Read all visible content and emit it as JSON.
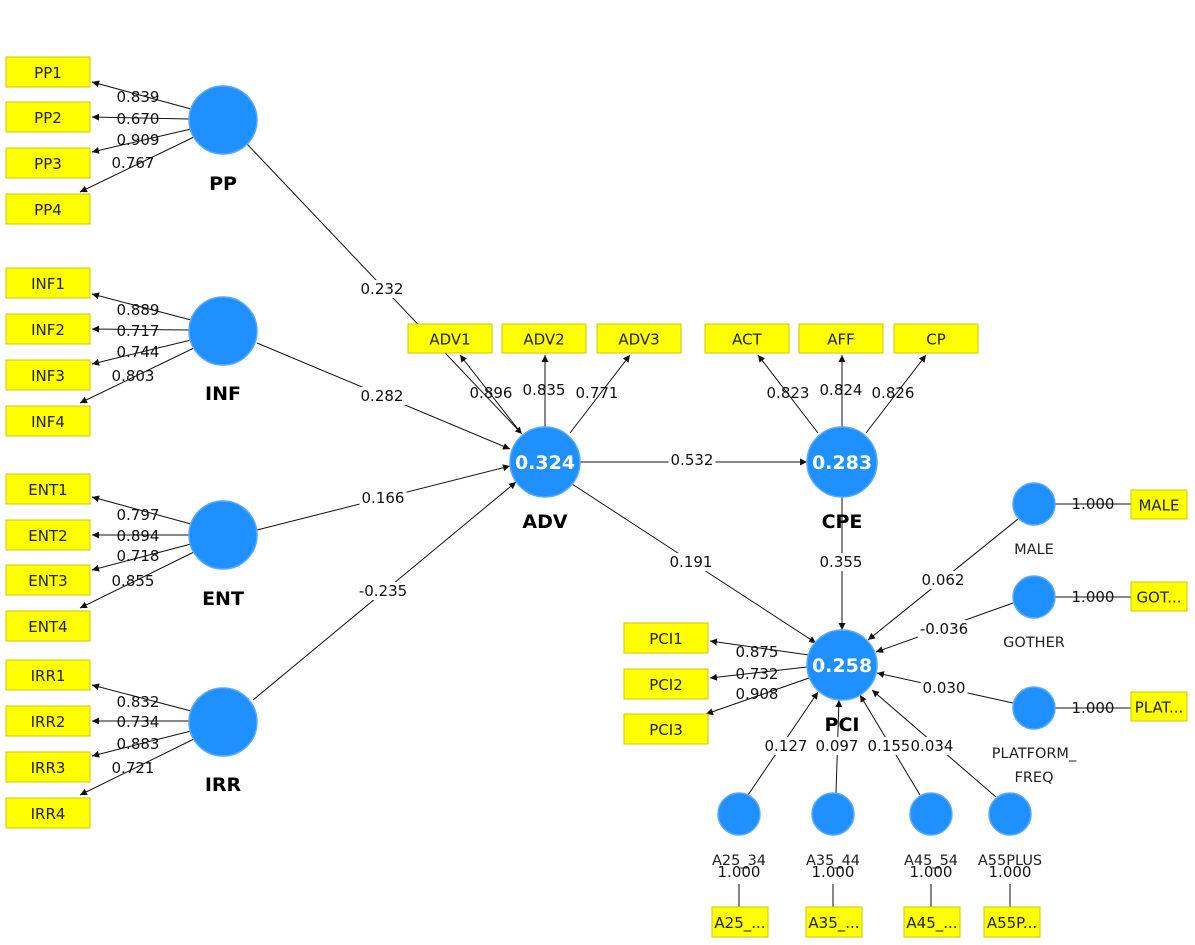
{
  "colors": {
    "construct": "#1e90ff",
    "indicator": "#ffff00",
    "edge": "#111111"
  },
  "constructs": [
    {
      "id": "PP",
      "label": "PP",
      "r2": ""
    },
    {
      "id": "INF",
      "label": "INF",
      "r2": ""
    },
    {
      "id": "ENT",
      "label": "ENT",
      "r2": ""
    },
    {
      "id": "IRR",
      "label": "IRR",
      "r2": ""
    },
    {
      "id": "ADV",
      "label": "ADV",
      "r2": "0.324"
    },
    {
      "id": "CPE",
      "label": "CPE",
      "r2": "0.283"
    },
    {
      "id": "PCI",
      "label": "PCI",
      "r2": "0.258"
    },
    {
      "id": "MALE",
      "label": "MALE",
      "r2": ""
    },
    {
      "id": "GOTHER",
      "label": "GOTHER",
      "r2": ""
    },
    {
      "id": "PLATFORM",
      "label": "PLATFORM_ FREQ",
      "r2": ""
    },
    {
      "id": "A25",
      "label": "A25_34",
      "r2": ""
    },
    {
      "id": "A35",
      "label": "A35_44",
      "r2": ""
    },
    {
      "id": "A45",
      "label": "A45_54",
      "r2": ""
    },
    {
      "id": "A55",
      "label": "A55PLUS",
      "r2": ""
    }
  ],
  "indicators": [
    {
      "id": "PP1",
      "label": "PP1"
    },
    {
      "id": "PP2",
      "label": "PP2"
    },
    {
      "id": "PP3",
      "label": "PP3"
    },
    {
      "id": "PP4",
      "label": "PP4"
    },
    {
      "id": "INF1",
      "label": "INF1"
    },
    {
      "id": "INF2",
      "label": "INF2"
    },
    {
      "id": "INF3",
      "label": "INF3"
    },
    {
      "id": "INF4",
      "label": "INF4"
    },
    {
      "id": "ENT1",
      "label": "ENT1"
    },
    {
      "id": "ENT2",
      "label": "ENT2"
    },
    {
      "id": "ENT3",
      "label": "ENT3"
    },
    {
      "id": "ENT4",
      "label": "ENT4"
    },
    {
      "id": "IRR1",
      "label": "IRR1"
    },
    {
      "id": "IRR2",
      "label": "IRR2"
    },
    {
      "id": "IRR3",
      "label": "IRR3"
    },
    {
      "id": "IRR4",
      "label": "IRR4"
    },
    {
      "id": "ADV1",
      "label": "ADV1"
    },
    {
      "id": "ADV2",
      "label": "ADV2"
    },
    {
      "id": "ADV3",
      "label": "ADV3"
    },
    {
      "id": "ACT",
      "label": "ACT"
    },
    {
      "id": "AFF",
      "label": "AFF"
    },
    {
      "id": "CP",
      "label": "CP"
    },
    {
      "id": "PCI1",
      "label": "PCI1"
    },
    {
      "id": "PCI2",
      "label": "PCI2"
    },
    {
      "id": "PCI3",
      "label": "PCI3"
    },
    {
      "id": "MALE_i",
      "label": "MALE"
    },
    {
      "id": "GOTHER_i",
      "label": "GOT..."
    },
    {
      "id": "PLAT_i",
      "label": "PLAT..."
    },
    {
      "id": "A25_i",
      "label": "A25_..."
    },
    {
      "id": "A35_i",
      "label": "A35_..."
    },
    {
      "id": "A45_i",
      "label": "A45_..."
    },
    {
      "id": "A55_i",
      "label": "A55P..."
    }
  ],
  "outer_loadings": [
    {
      "from": "PP",
      "to": "PP1",
      "value": "0.839"
    },
    {
      "from": "PP",
      "to": "PP2",
      "value": "0.670"
    },
    {
      "from": "PP",
      "to": "PP3",
      "value": "0.909"
    },
    {
      "from": "PP",
      "to": "PP4",
      "value": "0.767"
    },
    {
      "from": "INF",
      "to": "INF1",
      "value": "0.889"
    },
    {
      "from": "INF",
      "to": "INF2",
      "value": "0.717"
    },
    {
      "from": "INF",
      "to": "INF3",
      "value": "0.744"
    },
    {
      "from": "INF",
      "to": "INF4",
      "value": "0.803"
    },
    {
      "from": "ENT",
      "to": "ENT1",
      "value": "0.797"
    },
    {
      "from": "ENT",
      "to": "ENT2",
      "value": "0.894"
    },
    {
      "from": "ENT",
      "to": "ENT3",
      "value": "0.718"
    },
    {
      "from": "ENT",
      "to": "ENT4",
      "value": "0.855"
    },
    {
      "from": "IRR",
      "to": "IRR1",
      "value": "0.832"
    },
    {
      "from": "IRR",
      "to": "IRR2",
      "value": "0.734"
    },
    {
      "from": "IRR",
      "to": "IRR3",
      "value": "0.883"
    },
    {
      "from": "IRR",
      "to": "IRR4",
      "value": "0.721"
    },
    {
      "from": "ADV",
      "to": "ADV1",
      "value": "0.896"
    },
    {
      "from": "ADV",
      "to": "ADV2",
      "value": "0.835"
    },
    {
      "from": "ADV",
      "to": "ADV3",
      "value": "0.771"
    },
    {
      "from": "CPE",
      "to": "ACT",
      "value": "0.823"
    },
    {
      "from": "CPE",
      "to": "AFF",
      "value": "0.824"
    },
    {
      "from": "CPE",
      "to": "CP",
      "value": "0.826"
    },
    {
      "from": "PCI",
      "to": "PCI1",
      "value": "0.875"
    },
    {
      "from": "PCI",
      "to": "PCI2",
      "value": "0.732"
    },
    {
      "from": "PCI",
      "to": "PCI3",
      "value": "0.908"
    },
    {
      "from": "MALE",
      "to": "MALE_i",
      "value": "1.000"
    },
    {
      "from": "GOTHER",
      "to": "GOTHER_i",
      "value": "1.000"
    },
    {
      "from": "PLATFORM",
      "to": "PLAT_i",
      "value": "1.000"
    },
    {
      "from": "A25",
      "to": "A25_i",
      "value": "1.000"
    },
    {
      "from": "A35",
      "to": "A35_i",
      "value": "1.000"
    },
    {
      "from": "A45",
      "to": "A45_i",
      "value": "1.000"
    },
    {
      "from": "A55",
      "to": "A55_i",
      "value": "1.000"
    }
  ],
  "path_coefficients": [
    {
      "from": "PP",
      "to": "ADV",
      "value": "0.232"
    },
    {
      "from": "INF",
      "to": "ADV",
      "value": "0.282"
    },
    {
      "from": "ENT",
      "to": "ADV",
      "value": "0.166"
    },
    {
      "from": "IRR",
      "to": "ADV",
      "value": "-0.235"
    },
    {
      "from": "ADV",
      "to": "CPE",
      "value": "0.532"
    },
    {
      "from": "ADV",
      "to": "PCI",
      "value": "0.191"
    },
    {
      "from": "CPE",
      "to": "PCI",
      "value": "0.355"
    },
    {
      "from": "MALE",
      "to": "PCI",
      "value": "0.062"
    },
    {
      "from": "GOTHER",
      "to": "PCI",
      "value": "-0.036"
    },
    {
      "from": "PLATFORM",
      "to": "PCI",
      "value": "0.030"
    },
    {
      "from": "A25",
      "to": "PCI",
      "value": "0.127"
    },
    {
      "from": "A35",
      "to": "PCI",
      "value": "0.097"
    },
    {
      "from": "A45",
      "to": "PCI",
      "value": "0.155"
    },
    {
      "from": "A55",
      "to": "PCI",
      "value": "0.034"
    }
  ]
}
